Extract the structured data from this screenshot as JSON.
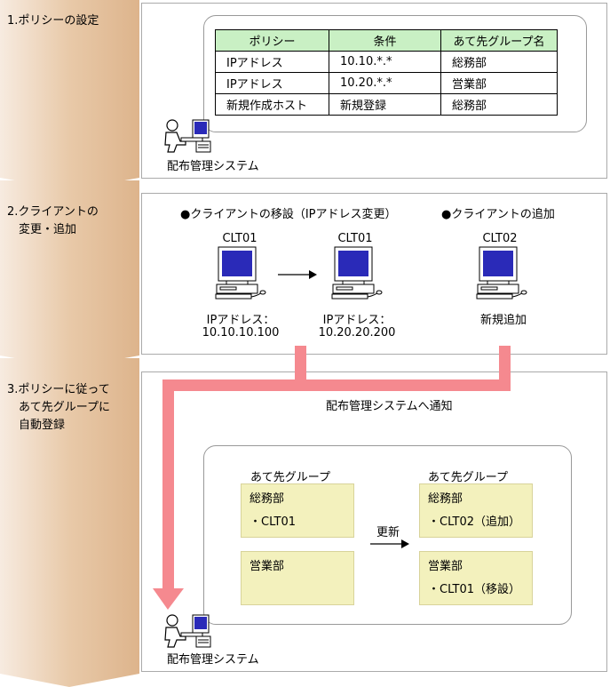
{
  "steps": [
    {
      "label": "1.ポリシーの設定"
    },
    {
      "label": "2.クライアントの\n　変更・追加"
    },
    {
      "label": "3.ポリシーに従って\n　あて先グループに\n　自動登録"
    }
  ],
  "policy_table": {
    "headers": [
      "ポリシー",
      "条件",
      "あて先グループ名"
    ],
    "rows": [
      [
        "IPアドレス",
        "10.10.*.*",
        "総務部"
      ],
      [
        "IPアドレス",
        "10.20.*.*",
        "営業部"
      ],
      [
        "新規作成ホスト",
        "新規登録",
        "総務部"
      ]
    ]
  },
  "mgmt_label": "配布管理システム",
  "section2": {
    "move_heading": "●クライアントの移設（IPアドレス変更）",
    "add_heading": "●クライアントの追加",
    "computers": [
      {
        "name": "CLT01",
        "caption1": "IPアドレス：",
        "caption2": "10.10.10.100"
      },
      {
        "name": "CLT01",
        "caption1": "IPアドレス：",
        "caption2": "10.20.20.200"
      },
      {
        "name": "CLT02",
        "caption1": "新規追加",
        "caption2": ""
      }
    ]
  },
  "notify_label": "配布管理システムへ通知",
  "section3": {
    "left_heading": "あて先グループ",
    "right_heading": "あて先グループ",
    "update_label": "更新",
    "left_groups": [
      {
        "name": "総務部",
        "item": "・CLT01"
      },
      {
        "name": "営業部",
        "item": ""
      }
    ],
    "right_groups": [
      {
        "name": "総務部",
        "item": "・CLT02（追加）"
      },
      {
        "name": "営業部",
        "item": "・CLT01（移設）"
      }
    ]
  },
  "colors": {
    "step_band": "#e8c9a8",
    "arrow_pink": "#f5898f",
    "table_header": "#c9f0c4",
    "group_fill": "#f3f1bd",
    "monitor_screen": "#2a2ab8"
  }
}
